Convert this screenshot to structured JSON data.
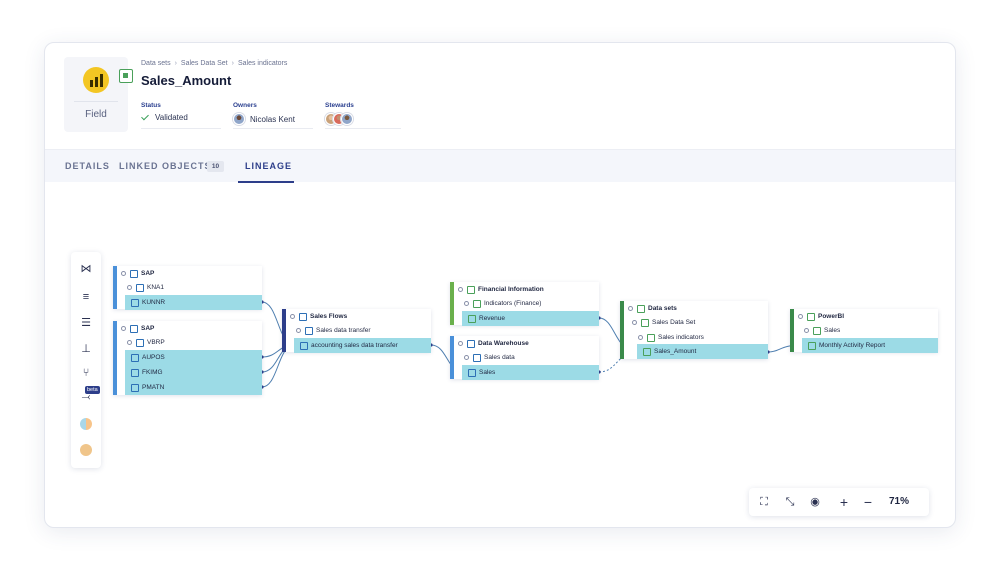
{
  "header": {
    "type_label": "Field",
    "breadcrumb": [
      "Data sets",
      "Sales Data Set",
      "Sales indicators"
    ],
    "title": "Sales_Amount",
    "status_label": "Status",
    "status_value": "Validated",
    "owners_label": "Owners",
    "owner_name": "Nicolas Kent",
    "stewards_label": "Stewards"
  },
  "tabs": [
    {
      "label": "DETAILS"
    },
    {
      "label": "LINKED OBJECTS",
      "count": "10"
    },
    {
      "label": "LINEAGE",
      "active": true
    }
  ],
  "toolbar": {
    "beta_label": "beta"
  },
  "nodes": {
    "sap1": {
      "title": "SAP",
      "child": "KNA1",
      "field": "KUNNR",
      "color": "#4a90d9"
    },
    "sap2": {
      "title": "SAP",
      "child": "VBRP",
      "fields": [
        "AUPOS",
        "FKIMG",
        "PMATN"
      ],
      "color": "#4a90d9"
    },
    "flows": {
      "title": "Sales Flows",
      "child": "Sales data transfer",
      "field": "accounting sales data transfer",
      "color": "#2d3e8a"
    },
    "fin": {
      "title": "Financial Information",
      "child": "Indicators (Finance)",
      "field": "Revenue",
      "color": "#6ab04c"
    },
    "dwh": {
      "title": "Data Warehouse",
      "child": "Sales data",
      "field": "Sales",
      "color": "#4a90d9"
    },
    "ds": {
      "title": "Data sets",
      "child": "Sales Data Set",
      "child2": "Sales indicators",
      "field": "Sales_Amount",
      "color": "#3a8a4a"
    },
    "pbi": {
      "title": "PowerBI",
      "child": "Sales",
      "field": "Monthly Activity Report",
      "color": "#3a8a4a"
    }
  },
  "zoom": {
    "value": "71%"
  }
}
